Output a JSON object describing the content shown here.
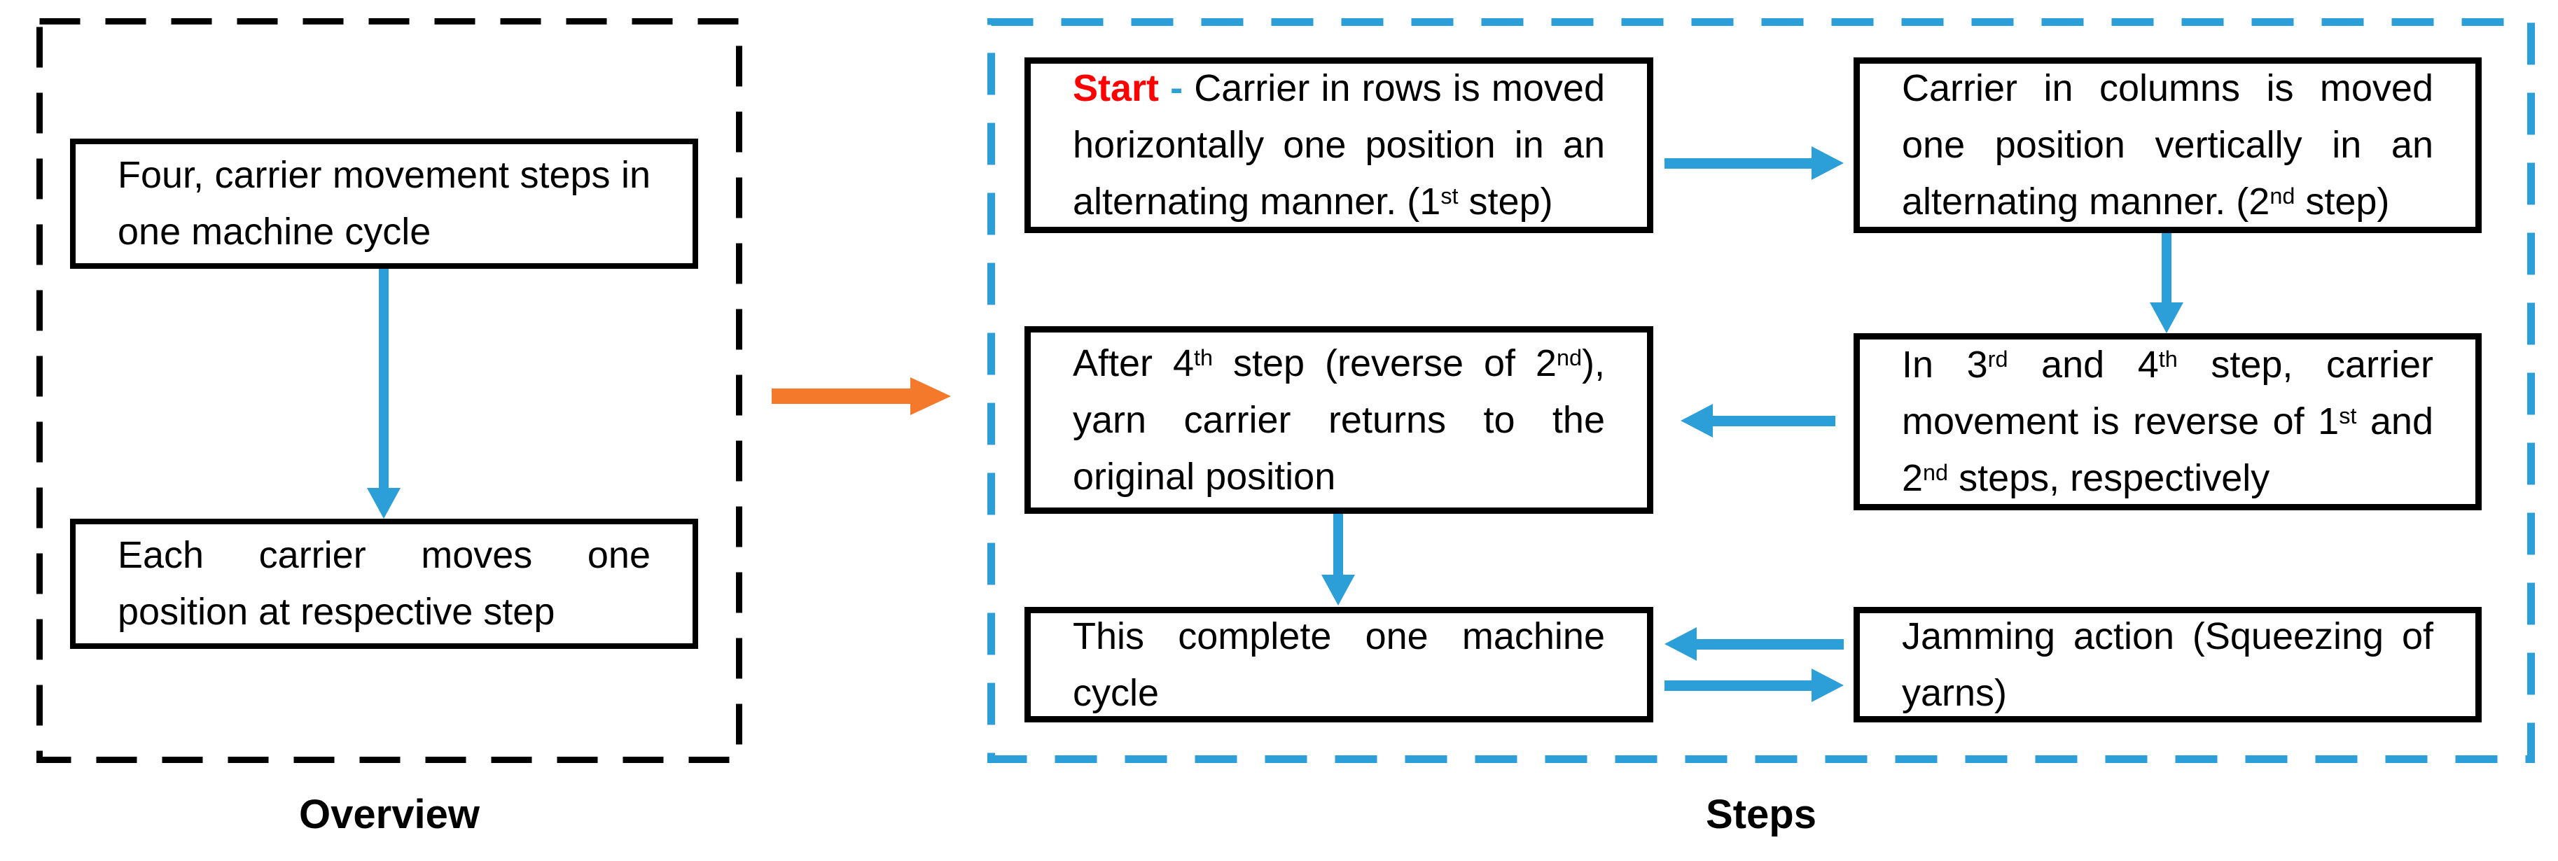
{
  "colors": {
    "blue": "#2D9FD8",
    "orange": "#F5792B",
    "red": "#FF0000",
    "ink": "#000000"
  },
  "overview": {
    "label": "Overview",
    "box1": {
      "text": "Four, carrier movement steps in one machine cycle"
    },
    "box2": {
      "text": "Each carrier moves one position at respective step"
    }
  },
  "steps": {
    "label": "Steps",
    "step1": {
      "prefix": "Start",
      "separator": "-",
      "text": "Carrier in rows is moved horizontally one position in an alternating manner. (1^st^ step)"
    },
    "step2": {
      "text": "Carrier in columns is moved one position vertically in an alternating manner. (2^nd^ step)"
    },
    "step34": {
      "text": "In 3^rd^ and 4^th^ step, carrier movement is reverse of 1^st^ and 2^nd^ steps, respectively"
    },
    "step4Return": {
      "text": "After 4^th^ step (reverse of 2^nd^), yarn carrier returns to the original position"
    },
    "cycle": {
      "text": "This complete one machine cycle"
    },
    "jamming": {
      "text": "Jamming action (Squeezing of yarns)"
    }
  }
}
